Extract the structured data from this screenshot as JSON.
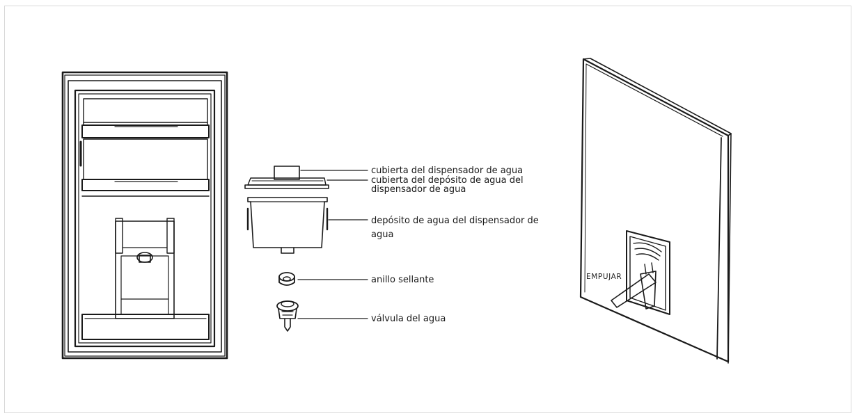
{
  "labels": {
    "dispenser_cover": "cubierta del dispensador de agua",
    "tank_cover_line1": "cubierta del depósito de agua del",
    "tank_cover_line2": "dispensador de agua",
    "tank_line1": "depósito de agua del dispensador de",
    "tank_line2": "agua",
    "seal_ring": "anillo sellante",
    "water_valve": "válvula del agua"
  },
  "door_button": "EMPUJAR"
}
